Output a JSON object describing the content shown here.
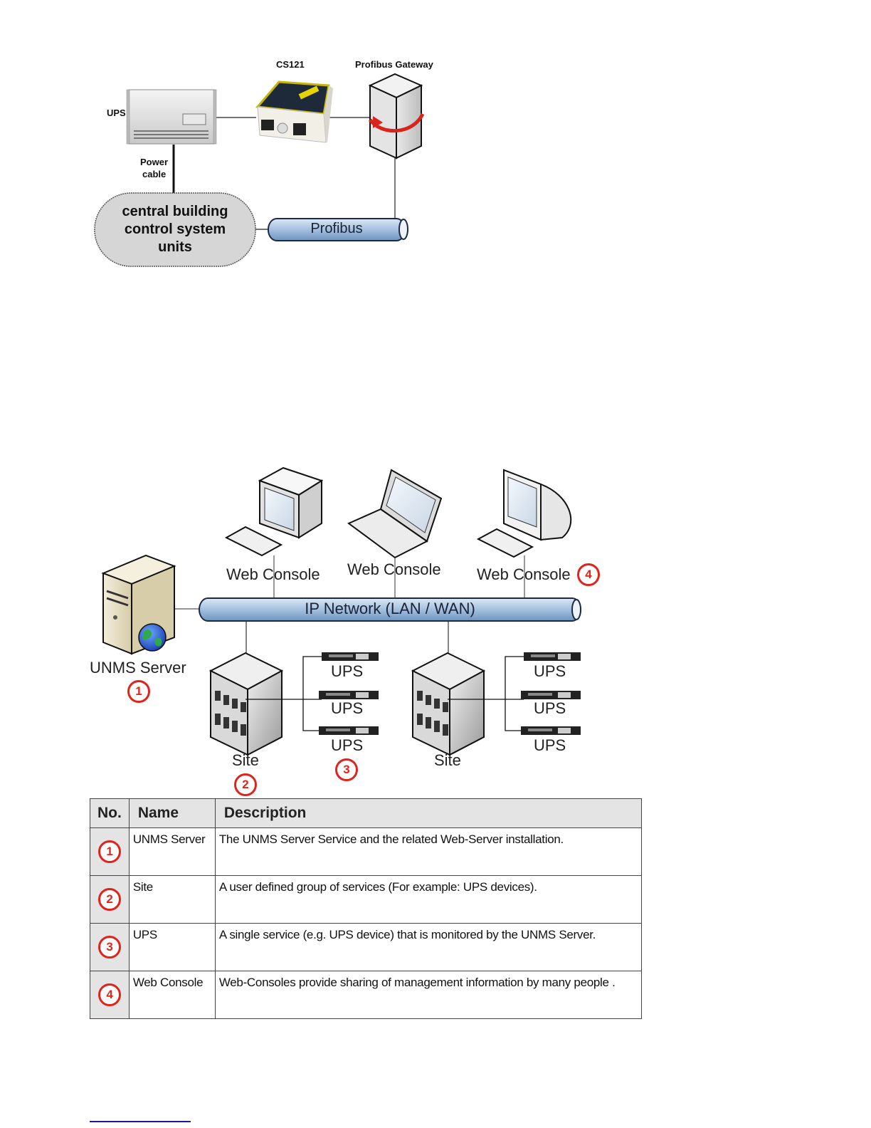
{
  "diagram1": {
    "labels": {
      "cs121": "CS121",
      "gateway": "Profibus Gateway",
      "ups": "UPS",
      "power_cable_line1": "Power",
      "power_cable_line2": "cable",
      "bms_line1": "central building",
      "bms_line2": "control system",
      "bms_line3": "units",
      "bus": "Profibus"
    }
  },
  "diagram2": {
    "labels": {
      "web_console_1": "Web Console",
      "web_console_2": "Web Console",
      "web_console_3": "Web Console",
      "network": "IP Network (LAN / WAN)",
      "server": "UNMS Server",
      "site_1": "Site",
      "site_2": "Site",
      "ups_a1": "UPS",
      "ups_a2": "UPS",
      "ups_a3": "UPS",
      "ups_b1": "UPS",
      "ups_b2": "UPS",
      "ups_b3": "UPS"
    },
    "badges": {
      "server": "1",
      "site": "2",
      "ups": "3",
      "web_console": "4"
    },
    "accent_color": "#e0231b"
  },
  "legend_table": {
    "headers": [
      "No.",
      "Name",
      "Description"
    ],
    "rows": [
      {
        "no": "1",
        "name": "UNMS Server",
        "description": "The UNMS Server Service and the related Web-Server installation."
      },
      {
        "no": "2",
        "name": "Site",
        "description": "A user defined group of services (For example: UPS devices)."
      },
      {
        "no": "3",
        "name": "UPS",
        "description": "A single service (e.g. UPS device) that is monitored by the UNMS Server."
      },
      {
        "no": "4",
        "name": "Web Console",
        "description": "Web-Consoles provide sharing of management information by many people ."
      }
    ]
  }
}
